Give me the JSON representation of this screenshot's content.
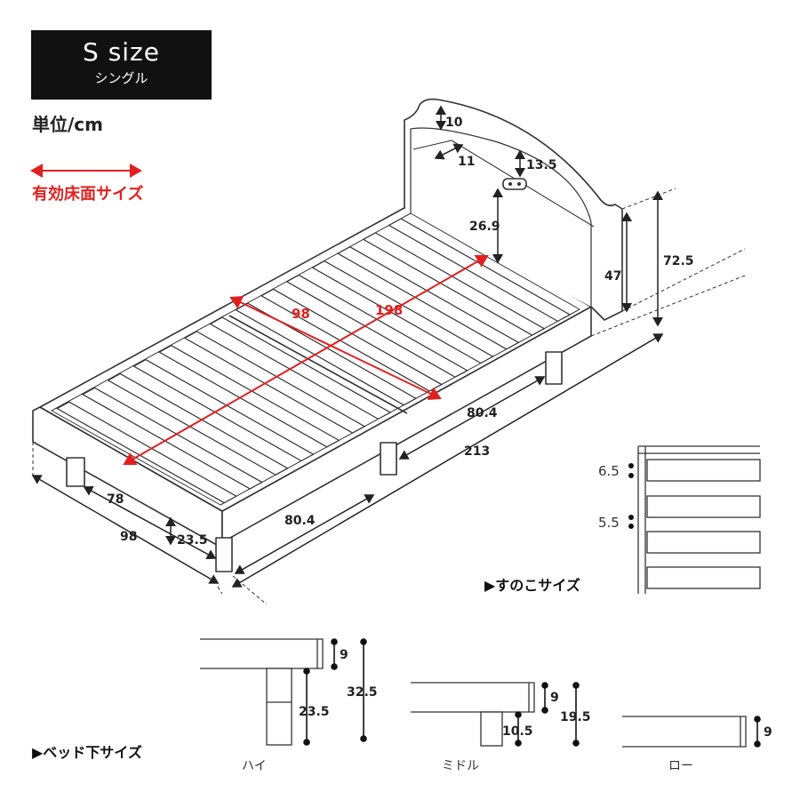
{
  "badge": {
    "size": "S size",
    "kind": "シングル"
  },
  "unit": "単位/cm",
  "legend": {
    "label": "有効床面サイズ",
    "color": "#e02020"
  },
  "bed_dims": {
    "ann_10": "10",
    "ann_11": "11",
    "ann_13_5": "13.5",
    "ann_26_9": "26.9",
    "ann_47": "47",
    "ann_72_5": "72.5",
    "ann_98_red": "98",
    "ann_198_red": "198",
    "ann_80_4_top": "80.4",
    "ann_213": "213",
    "ann_78": "78",
    "ann_98": "98",
    "ann_23_5": "23.5",
    "ann_80_4_bottom": "80.4"
  },
  "slat": {
    "caption": "▶すのこサイズ",
    "gap1": "6.5",
    "gap2": "5.5"
  },
  "under_bed": {
    "caption": "▶ベッド下サイズ",
    "high": {
      "name": "ハイ",
      "frame": "9",
      "clearance": "23.5",
      "total": "32.5"
    },
    "middle": {
      "name": "ミドル",
      "frame": "9",
      "clearance": "10.5",
      "total": "19.5"
    },
    "low": {
      "name": "ロー",
      "frame": "9"
    }
  }
}
